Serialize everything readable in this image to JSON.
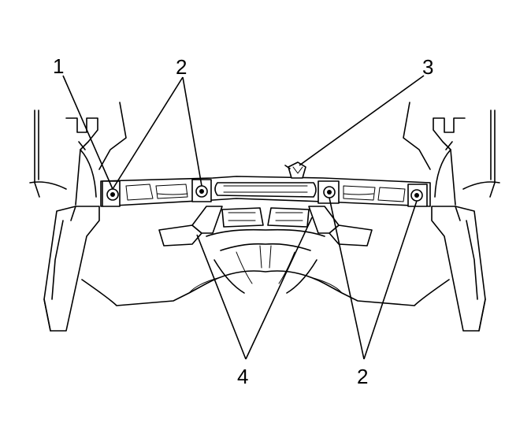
{
  "callouts": {
    "c1": "1",
    "c2_left": "2",
    "c2_right": "2",
    "c3": "3",
    "c4": "4"
  }
}
